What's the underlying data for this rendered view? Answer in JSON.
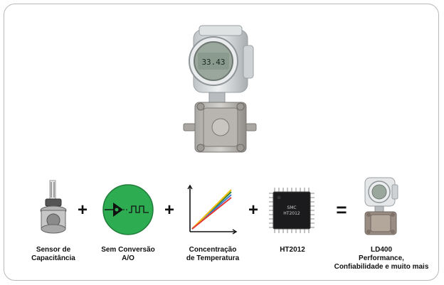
{
  "hero": {
    "display_value": "33.43",
    "icon": "pressure-transmitter-icon"
  },
  "equation": {
    "items": [
      {
        "label_line1": "Sensor de",
        "label_line2": "Capacitância",
        "icon": "capacitance-sensor-icon"
      },
      {
        "label_line1": "Sem Conversão",
        "label_line2": "A/O",
        "icon": "no-ad-conversion-icon"
      },
      {
        "label_line1": "Concentração",
        "label_line2": "de Temperatura",
        "icon": "temperature-concentration-chart-icon"
      },
      {
        "label_line1": "HT2012",
        "icon": "chip-icon"
      },
      {
        "label_line1": "LD400",
        "label_line2": "Performance,",
        "label_line3": "Confiabilidade e muito mais",
        "icon": "ld400-transmitter-icon"
      }
    ],
    "plus_symbol": "+",
    "equals_symbol": "="
  },
  "chip_text": {
    "brand": "SMC",
    "model": "HT2012"
  },
  "colors": {
    "conversion_green": "#2eac52",
    "chart_lines": [
      "#e53935",
      "#f4c20d",
      "#3a7bd5",
      "#2e7d32"
    ],
    "transmitter_body": "#d9dcde",
    "display": "#8a9a8c"
  }
}
